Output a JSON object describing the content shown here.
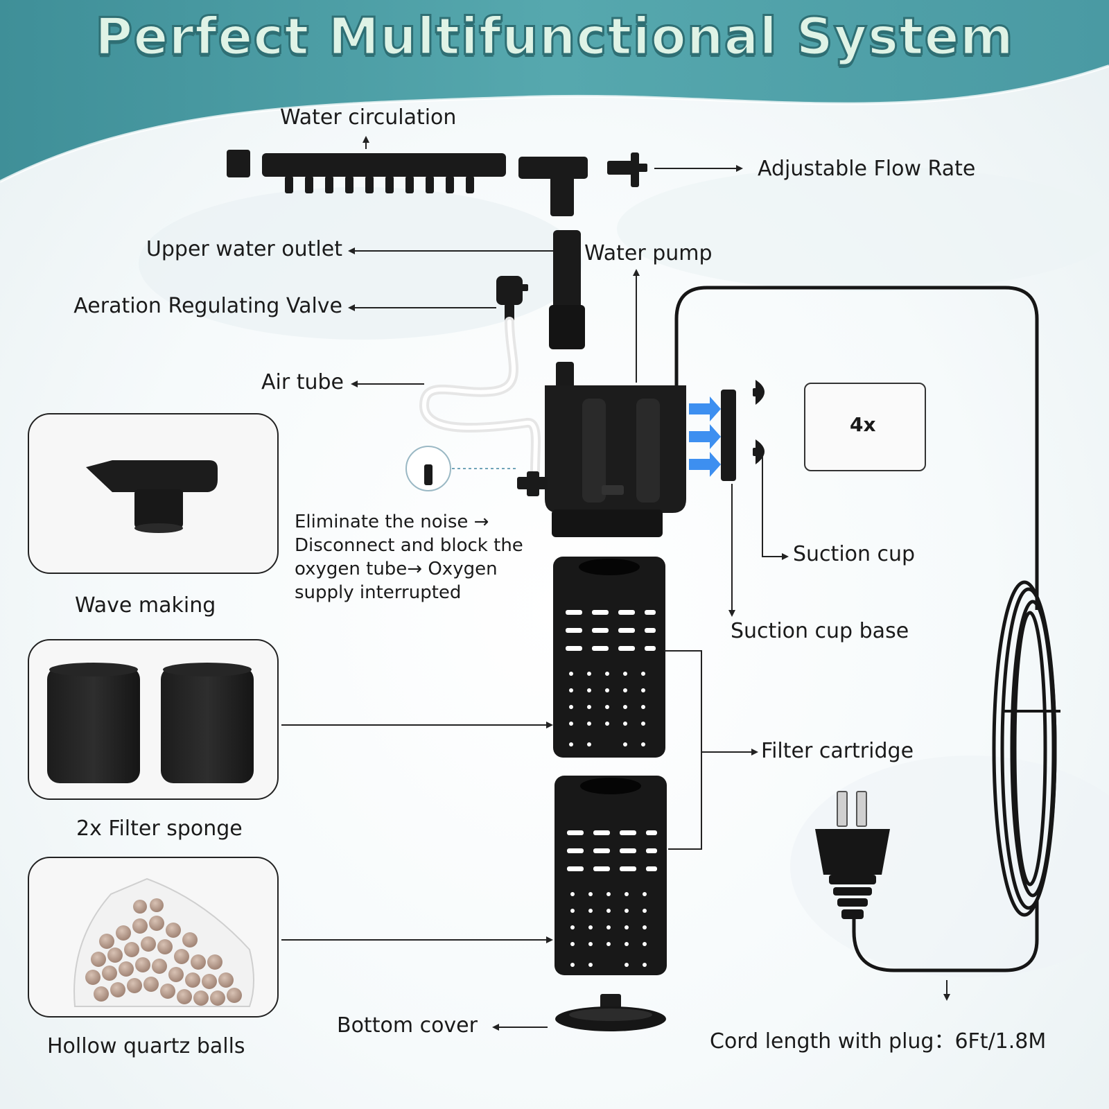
{
  "title": "Perfect Multifunctional System",
  "labels": {
    "water_circulation": "Water circulation",
    "adjustable_flow_rate": "Adjustable Flow Rate",
    "upper_water_outlet": "Upper water outlet",
    "water_pump": "Water pump",
    "aeration_valve": "Aeration Regulating Valve",
    "air_tube": "Air tube",
    "suction_cup": "Suction cup",
    "suction_cup_base": "Suction cup base",
    "filter_cartridge": "Filter cartridge",
    "bottom_cover": "Bottom cover",
    "cord_length": "Cord length with plug：6Ft/1.8M"
  },
  "noise_note": [
    "Eliminate the noise →",
    "Disconnect and block the",
    "oxygen tube→ Oxygen",
    "supply interrupted"
  ],
  "suction_count": "4x",
  "panels": [
    {
      "caption": "Wave making"
    },
    {
      "caption": "2x Filter sponge"
    },
    {
      "caption": "Hollow quartz balls"
    }
  ],
  "colors": {
    "header_teal": "#4e9ea6",
    "title_fill": "#dff3e6",
    "part_black": "#161616",
    "flow_arrow_blue": "#3d8ff0"
  }
}
